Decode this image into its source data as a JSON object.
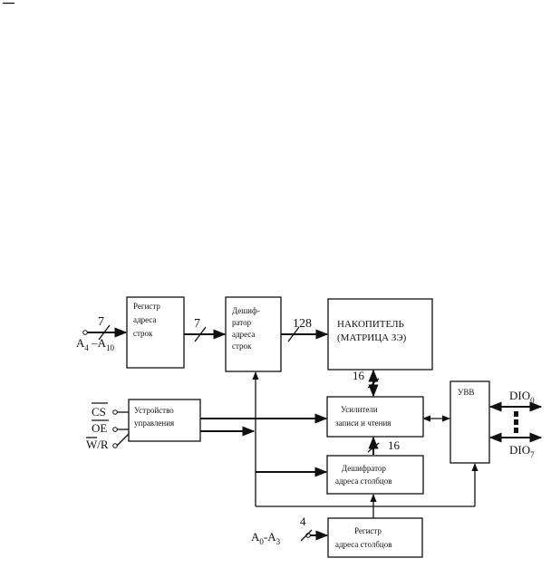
{
  "blocks": {
    "row_register": [
      "Регистр",
      "адреса",
      "строк"
    ],
    "row_decoder": [
      "Дешиф-",
      "ратор",
      "адреса",
      "строк"
    ],
    "memory": [
      "НАКОПИТЕЛЬ",
      "(МАТРИЦА ЗЭ)"
    ],
    "control": [
      "Устройство",
      "управления"
    ],
    "amplifiers": [
      "Усилители",
      "записи и чтения"
    ],
    "col_decoder": [
      "Дешифратор",
      "адреса столбцов"
    ],
    "col_register": [
      "Регистр",
      "адреса столбцов"
    ],
    "io": "УВВ"
  },
  "signals": {
    "cs": "CS",
    "oe": "OE",
    "wr_w": "W",
    "wr_r": "/R",
    "row_addr_from": "A",
    "row_addr_from_sub": "4",
    "row_addr_to": "A",
    "row_addr_to_sub": "10",
    "col_addr_from": "A",
    "col_addr_from_sub": "0",
    "col_addr_to": "A",
    "col_addr_to_sub": "3",
    "dio0": "DIO",
    "dio0_sub": "0",
    "dio7": "DIO",
    "dio7_sub": "7"
  },
  "bus_widths": {
    "row_input": "7",
    "row_reg_to_dec": "7",
    "dec_to_memory": "128",
    "memory_to_amp": "16",
    "col_dec_to_amp": "16",
    "col_input": "4"
  },
  "colors": {
    "stroke": "#111111",
    "background": "#ffffff"
  }
}
